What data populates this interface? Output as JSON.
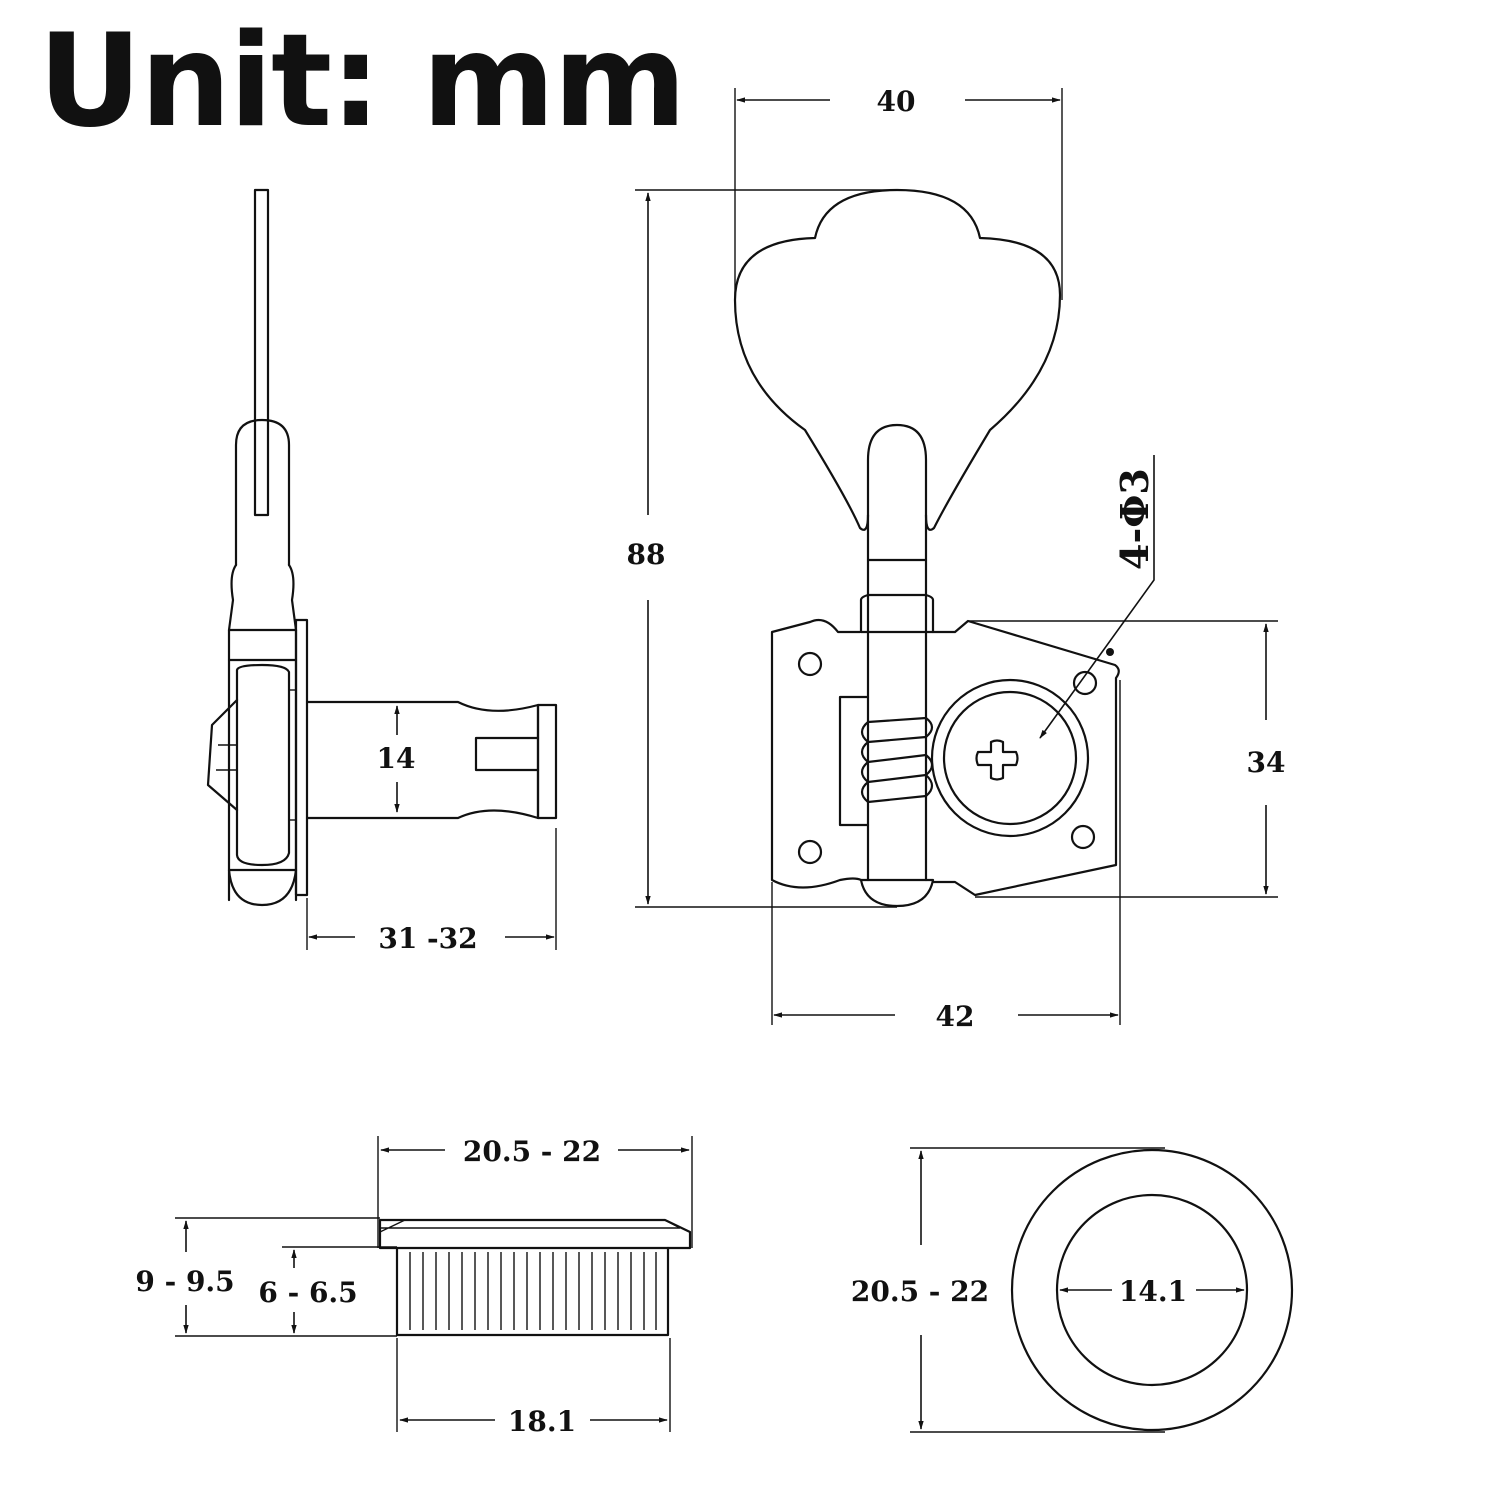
{
  "title": "Unit: mm",
  "dims": {
    "knob_width": "40",
    "total_height": "88",
    "plate_width": "42",
    "plate_height": "34",
    "hole_spec": "4-Φ3",
    "post_diameter": "14",
    "post_length": "31 -32",
    "bushing_height_total": "9 - 9.5",
    "bushing_height_inner": "6 - 6.5",
    "bushing_flange": "20.5 - 22",
    "bushing_sleeve": "18.1",
    "ring_outer": "20.5 - 22",
    "ring_inner": "14.1"
  },
  "colors": {
    "ink": "#111111",
    "paper": "#ffffff"
  }
}
